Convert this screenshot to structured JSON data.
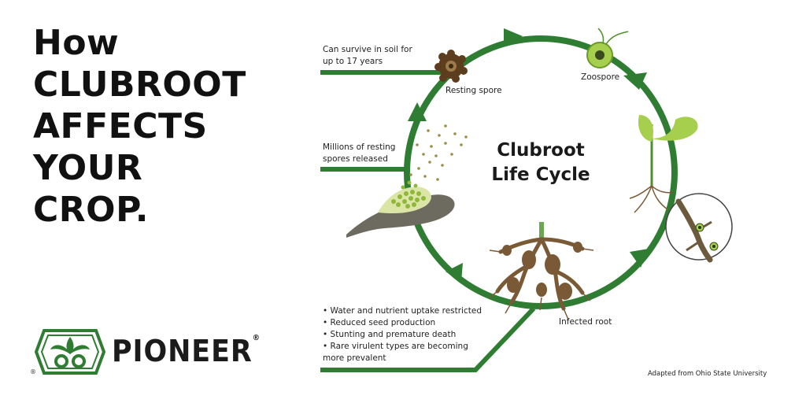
{
  "headline": {
    "line1": "How",
    "line2": "clubroot",
    "line3": "affects",
    "line4": "your",
    "line5": "crop."
  },
  "brand": {
    "name": "PIONEER",
    "registered": "®"
  },
  "diagram": {
    "title_line1": "Clubroot",
    "title_line2": "Life Cycle",
    "stages": {
      "resting_spore": "Resting spore",
      "zoospore": "Zoospore",
      "infected_root": "Infected root"
    },
    "notes": {
      "survive_line1": "Can survive in soil for",
      "survive_line2": "up to 17 years",
      "millions_line1": "Millions of resting",
      "millions_line2": "spores released"
    },
    "bullets": [
      "• Water and nutrient uptake restricted",
      "• Reduced seed production",
      "• Stunting and premature death",
      "• Rare virulent types are becoming",
      "more prevalent"
    ],
    "credit": "Adapted from Ohio State University"
  },
  "colors": {
    "green": "#2e7d32",
    "light_green": "#a5cf4c",
    "brown": "#7a5a36",
    "spore_dark": "#5c3d1e",
    "gray": "#6d6a5f",
    "text": "#111111"
  }
}
